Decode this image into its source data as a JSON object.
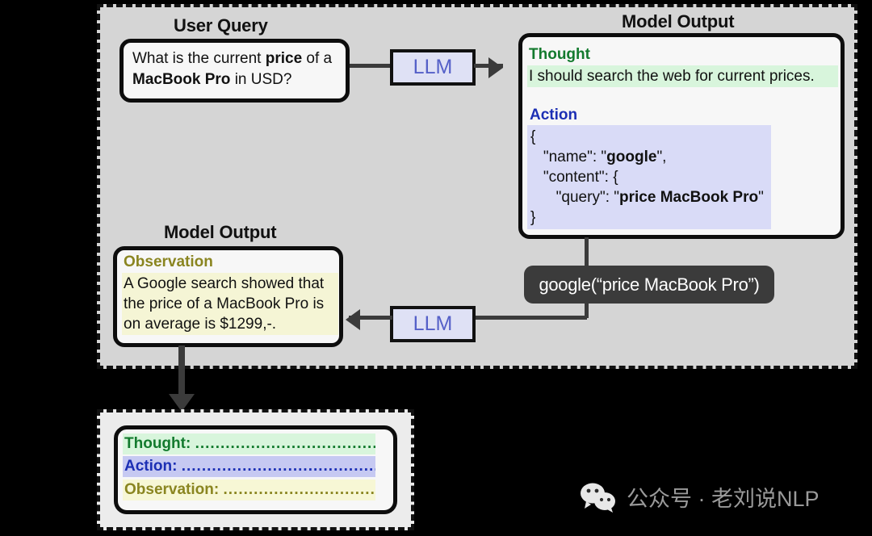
{
  "diagram": {
    "captions": {
      "user_query": "User Query",
      "model_output_right": "Model Output",
      "model_output_left": "Model Output"
    },
    "user_query": {
      "text_html": "What is the current <b>price</b> of a <b>MacBook Pro</b> in USD?",
      "text_plain": "What is the current price of a MacBook Pro in USD?"
    },
    "model_output_right": {
      "thought_header": "Thought",
      "thought_body": "I should search the web for current prices.",
      "action_header": "Action",
      "action_body_html": "{\n   \"name\": \"<b>google</b>\",\n   \"content\": {\n      \"query\": \"<b>price MacBook Pro</b>\"\n}",
      "action_body_plain": "{ \"name\": \"google\", \"content\": { \"query\": \"price MacBook Pro\" }"
    },
    "model_output_left": {
      "observation_header": "Observation",
      "observation_body": "A Google search showed that the price of a MacBook Pro is on average is $1299,-."
    },
    "llm_top": "LLM",
    "llm_bottom": "LLM",
    "tool_call": "google(“price MacBook Pro”)"
  },
  "legend": {
    "thought": "Thought:",
    "action": "Action:",
    "observation": "Observation:",
    "thought_dots": "..............................................",
    "action_dots": "................................................",
    "observation_dots": "...................................."
  },
  "watermark": {
    "icon": "wechat-icon",
    "text": "公众号 · 老刘说NLP"
  },
  "colors": {
    "thought": "#137a2e",
    "action": "#1c2fb4",
    "observation": "#8a8520",
    "thought_bg": "#d8f5dc",
    "action_bg": "#d9dbf7",
    "observation_bg": "#f5f5d5",
    "llm_fill": "#dfe1f5",
    "llm_text": "#5560c8",
    "panel_bg": "#d5d5d5",
    "tool_pill": "#3b3b3b",
    "connector": "#3b3b3b"
  }
}
